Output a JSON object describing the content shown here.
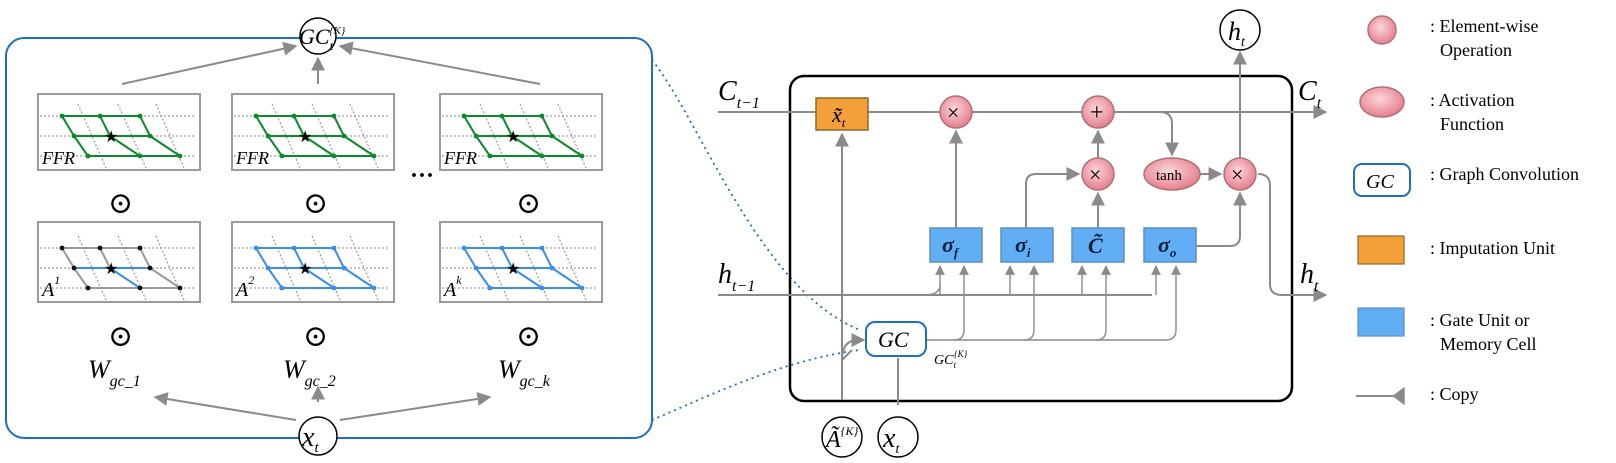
{
  "left_panel": {
    "top_node": "GC",
    "top_node_sub": "t",
    "top_node_sup": "{K}",
    "ffr_label": "FFR",
    "adj_label": "A",
    "adj_powers": [
      "1",
      "2",
      "k"
    ],
    "odot": "⊙",
    "ellipsis": "···",
    "weights_base": "W",
    "weights_subs": [
      "gc_1",
      "gc_2",
      "gc_k"
    ],
    "input_node": "x",
    "input_sub": "t"
  },
  "cell": {
    "c_prev": "C",
    "c_prev_sub": "t−1",
    "c_next": "C",
    "c_next_sub": "t",
    "h_prev": "h",
    "h_prev_sub": "t−1",
    "h_next": "h",
    "h_next_sub": "t",
    "h_top": "h",
    "h_top_sub": "t",
    "impute_label": "x̃",
    "impute_sub": "t",
    "gate_f": "σ",
    "gate_f_sub": "f",
    "gate_i": "σ",
    "gate_i_sub": "i",
    "gate_c": "C̃",
    "gate_o": "σ",
    "gate_o_sub": "o",
    "times": "×",
    "plus": "+",
    "tanh": "tanh",
    "gc_label": "GC",
    "gc_out": "GC",
    "gc_out_sub": "t",
    "gc_out_sup": "{K}",
    "bottom_a": "Ã",
    "bottom_a_sup": "{K}",
    "bottom_x": "x",
    "bottom_x_sub": "t"
  },
  "legend": {
    "items": [
      {
        "line1": ": Element-wise",
        "line2": "Operation"
      },
      {
        "line1": ": Activation",
        "line2": "Function"
      },
      {
        "line1": ": Graph Convolution",
        "line2": "",
        "symbol": "GC"
      },
      {
        "line1": ": Imputation Unit",
        "line2": ""
      },
      {
        "line1": ": Gate Unit or",
        "line2": "Memory Cell"
      },
      {
        "line1": ": Copy",
        "line2": ""
      }
    ]
  },
  "colors": {
    "panel_border": "#1f6fc0",
    "impute_fill": "#f2a037",
    "gate_fill": "#62aef4",
    "op_fill": "#f0a1aa",
    "green_graph": "#0a8a2a",
    "blue_graph": "#3a8ee6",
    "red_node": "#e06060"
  }
}
